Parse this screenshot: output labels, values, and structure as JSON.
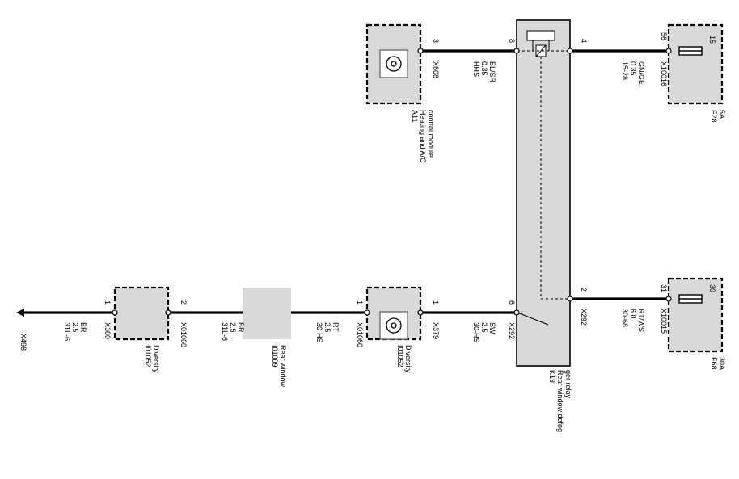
{
  "colors": {
    "background": "#ffffff",
    "ink": "#000000",
    "relay_fill": "#d9d9d9",
    "box_fill": "#d9d9d9"
  },
  "labels": {
    "x498": "X498",
    "left_wire_spec": [
      "31L-6",
      "2.5",
      "BR"
    ],
    "x380": "X380",
    "pin_1a": "1",
    "diversity_1_id": "I01052",
    "diversity_1_name": "Diversity",
    "pin_2a": "2",
    "x01060_a": "X01060",
    "wire2_spec": [
      "31L-6",
      "2.5",
      "BR"
    ],
    "rear_window_id": "I01009",
    "rear_window_name": "Rear window",
    "wire3_spec": [
      "30-HS",
      "2.5",
      "RT"
    ],
    "pin_1b": "1",
    "x01060_b": "X01060",
    "diversity_2_id": "I01052",
    "diversity_2_name": "Diversity",
    "pin_1c": "1",
    "x379": "X379",
    "wire4_spec": [
      "30-HS",
      "2.5",
      "SW"
    ],
    "pin_6": "6",
    "x292_a": "X292",
    "relay_id": "K13",
    "relay_name": "Rear window defog-",
    "relay_name2": "ger relay",
    "pin_2b": "2",
    "x292_b": "X292",
    "wire5_spec": [
      "30-68",
      "6.0",
      "RT/WS"
    ],
    "pin_31": "31",
    "x10015": "X10015",
    "pin_30": "30",
    "f68_id": "F68",
    "f68_amp": "30A",
    "pin_8": "8",
    "wire6_spec": [
      "HHS",
      "0.35",
      "BL/SR"
    ],
    "pin_3": "3",
    "x608": "X608",
    "a11_id": "A11",
    "a11_name": "Heating and A/C",
    "a11_name2": "control module",
    "pin_4": "4",
    "wire7_spec": [
      "15-28",
      "0.35",
      "GN/GE"
    ],
    "pin_56": "56",
    "x10016": "X10016",
    "pin_15": "15",
    "f28_id": "F28",
    "f28_amp": "5A"
  }
}
